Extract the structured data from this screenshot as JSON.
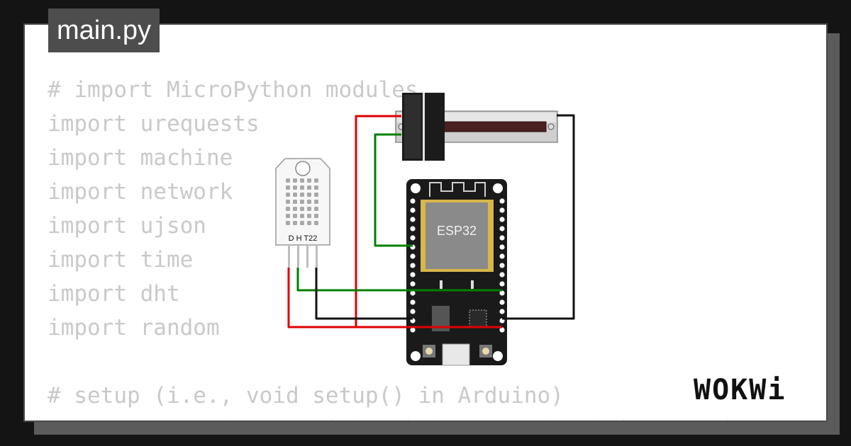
{
  "editor": {
    "tab_label": "main.py",
    "code_lines": [
      "# import MicroPython modules",
      "import urequests",
      "import machine",
      "import network",
      "import ujson",
      "import time",
      "import dht",
      "import random",
      "",
      "# setup (i.e., void setup() in Arduino)",
      "# Try connecting to WiFi Wokwi-Guest (\"Wokwi-GUEST\")"
    ]
  },
  "diagram": {
    "sensor_label": "D H T22",
    "chip_label": "ESP32"
  },
  "brand": {
    "logo_text": "WOKWi"
  },
  "colors": {
    "background": "#141414",
    "panel": "#ffffff",
    "tab": "#4d4d4d",
    "code_text": "#c9c9c9",
    "wire_red": "#e00000",
    "wire_green": "#008000",
    "wire_black": "#111111",
    "board": "#1a1a1a"
  }
}
